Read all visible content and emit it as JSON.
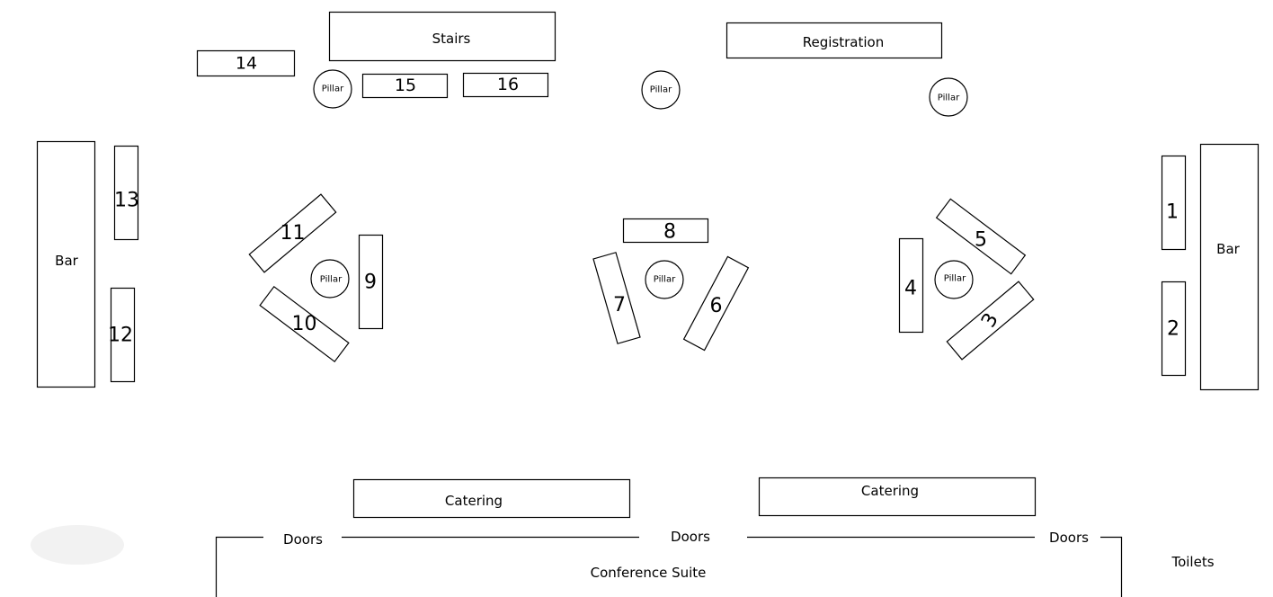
{
  "plan": {
    "stairs": "Stairs",
    "registration": "Registration",
    "bar_left": "Bar",
    "bar_right": "Bar",
    "catering_left": "Catering",
    "catering_right": "Catering",
    "doors_left": "Doors",
    "doors_middle": "Doors",
    "doors_right": "Doors",
    "conference_suite": "Conference Suite",
    "toilets": "Toilets",
    "pillar_label": "Pillar"
  },
  "tables": {
    "t1": "1",
    "t2": "2",
    "t3": "3",
    "t4": "4",
    "t5": "5",
    "t6": "6",
    "t7": "7",
    "t8": "8",
    "t9": "9",
    "t10": "10",
    "t11": "11",
    "t12": "12",
    "t13": "13",
    "t14": "14",
    "t15": "15",
    "t16": "16"
  }
}
